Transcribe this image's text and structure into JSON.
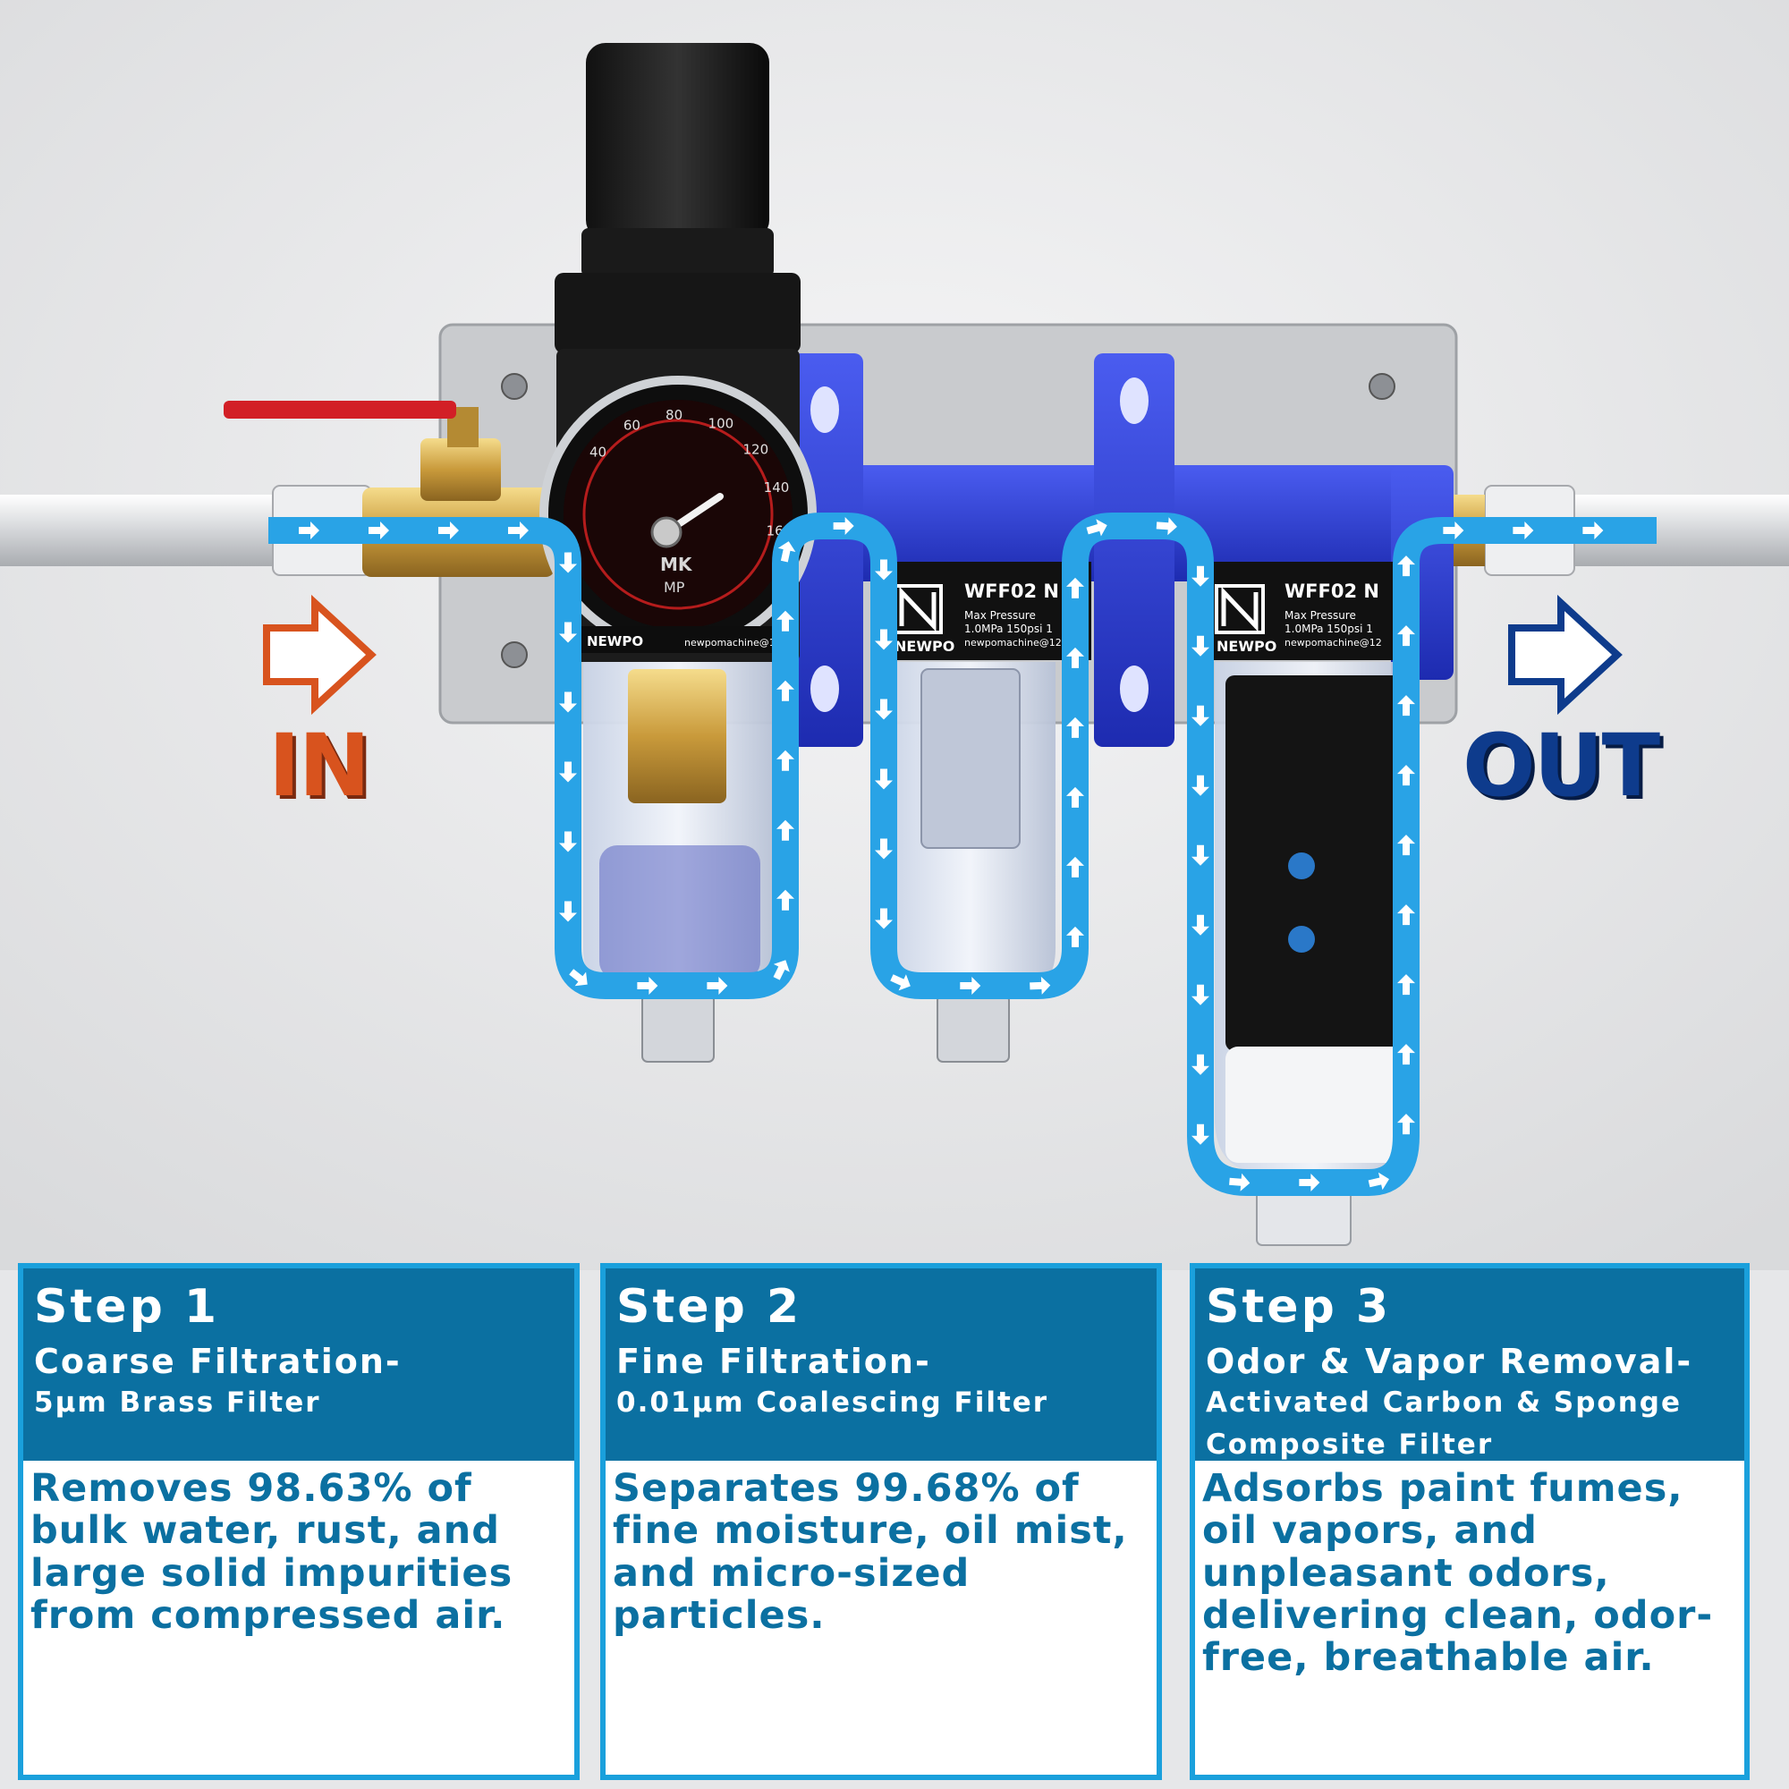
{
  "labels": {
    "in": "IN",
    "out": "OUT"
  },
  "brand": {
    "name": "NEWPO",
    "model": "WFF02 N",
    "spec_line_1": "Max Pressure",
    "spec_line_2": "1.0MPa 150psi 1",
    "email": "newpomachine@12"
  },
  "gauge": {
    "ticks": [
      "40",
      "60",
      "80",
      "100",
      "120",
      "140",
      "160"
    ],
    "unit_main": "MK",
    "unit_sub": "MP"
  },
  "steps": [
    {
      "title": "Step 1",
      "subtitle": "Coarse Filtration-",
      "detail": "5μm Brass Filter",
      "detail_2": "",
      "description": "Removes 98.63% of bulk water, rust, and large solid impurities from compressed air."
    },
    {
      "title": "Step 2",
      "subtitle": "Fine Filtration-",
      "detail": "0.01μm Coalescing Filter",
      "detail_2": "",
      "description": "Separates 99.68% of fine moisture, oil mist, and micro-sized particles."
    },
    {
      "title": "Step 3",
      "subtitle": "Odor & Vapor Removal-",
      "detail": "Activated Carbon & Sponge",
      "detail_2": "Composite Filter",
      "description": "Adsorbs paint fumes, oil vapors, and unpleasant odors, delivering clean, odor-free, breathable air."
    }
  ],
  "colors": {
    "flow": "#29a3e6",
    "manifold": "#2b3fd6",
    "in_label": "#d8531e",
    "out_label": "#0e3b8c",
    "card_header": "#0b70a1",
    "card_border": "#1aa0dc"
  }
}
